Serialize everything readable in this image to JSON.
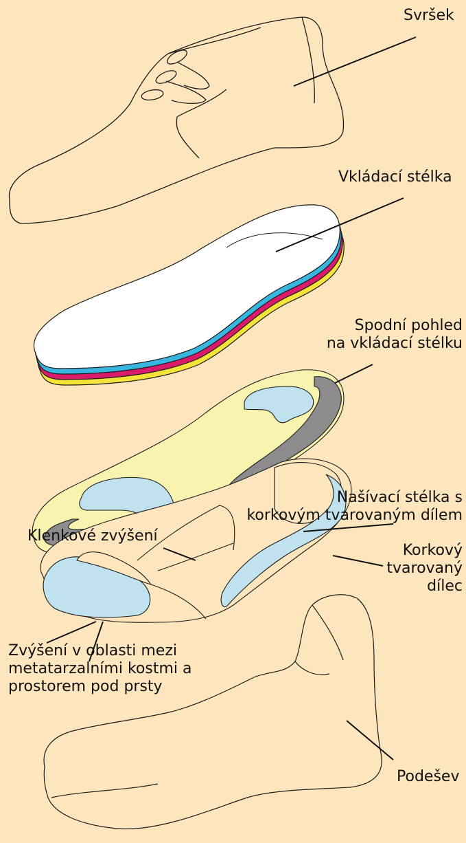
{
  "background": "#fde6bd",
  "colors": {
    "outline": "#1a1a1a",
    "shoe_fill": "#fde6bd",
    "insole_top": "#ffffff",
    "layer_blue": "#38b6e0",
    "layer_magenta": "#d81b6a",
    "layer_yellow": "#f4e43a",
    "underside": "#f9f3b0",
    "pad_blue": "#bfe2ee",
    "pad_gray": "#8c8c8c"
  },
  "labels": {
    "upper": "Svršek",
    "insert_insole": "Vkládací stélka",
    "insert_bottom_1": "Spodní pohled",
    "insert_bottom_2": "na vkládací stélku",
    "sewn_insole_1": "Našívací stélka s",
    "sewn_insole_2": "korkovým tvarovaným dílem",
    "arch": "Klenkové zvýšení",
    "cork_1": "Korkový",
    "cork_2": "tvarovaný",
    "cork_3": "dílec",
    "meta_1": "Zvýšení v oblasti mezi",
    "meta_2": "metatarzalními kostmi a",
    "meta_3": "prostorem pod prsty",
    "sole": "Podešev"
  }
}
